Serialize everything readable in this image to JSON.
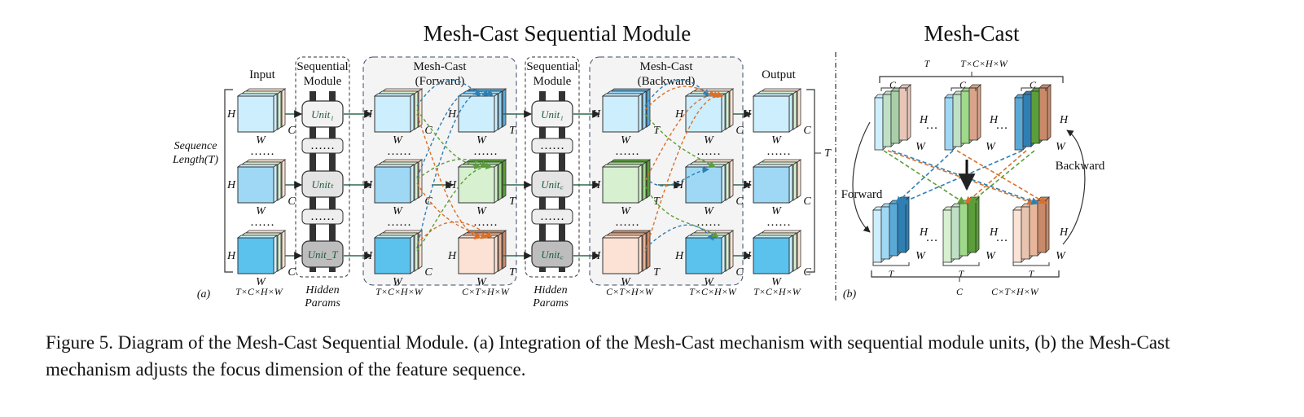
{
  "title_left": "Mesh-Cast Sequential Module",
  "title_right": "Mesh-Cast",
  "labels": {
    "input": "Input",
    "output": "Output",
    "seq_module_1": "Sequential",
    "seq_module_2": "Module",
    "forward_1": "Mesh-Cast",
    "forward_2": "(Forward)",
    "backward_1": "Mesh-Cast",
    "backward_2": "(Backward)",
    "hidden_1": "Hidden",
    "hidden_2": "Params",
    "seq_len_1": "Sequence",
    "seq_len_2": "Length(T)",
    "panel_a": "(a)",
    "panel_b": "(b)",
    "forward_arrow": "Forward",
    "backward_arrow": "Backward",
    "dots_h": "……",
    "dots_small": "…",
    "dots_unit": "……"
  },
  "units": {
    "unit_1": "Unit₁",
    "unit_t": "Unitₜ",
    "unit_T": "Unit_T",
    "unit_c": "Unit꜀"
  },
  "dims": {
    "tchw": "T×C×H×W",
    "cthw": "C×T×H×W",
    "H": "H",
    "W": "W",
    "C": "C",
    "T": "T"
  },
  "caption": "Figure 5. Diagram of the Mesh-Cast Sequential Module. (a) Integration of the Mesh-Cast mechanism with sequential module units, (b) the Mesh-Cast mechanism adjusts the focus dimension of the feature sequence.",
  "colors": {
    "blue_light": "#cdeefc",
    "blue_mid": "#9fd8f5",
    "blue_deep": "#5bc2ee",
    "green_light": "#d6f0d0",
    "peach": "#fbe2d4",
    "arrow_blue": "#2f7fb3",
    "arrow_orange": "#d9702a",
    "arrow_green": "#5c9e3a"
  }
}
